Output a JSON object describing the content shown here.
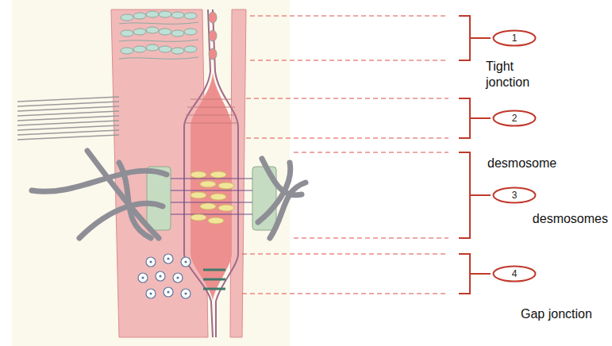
{
  "diagram": {
    "nodes": [
      {
        "text": [
          "1"
        ]
      },
      {
        "text": [
          "2"
        ]
      },
      {
        "text": [
          "3"
        ]
      },
      {
        "text": [
          "4"
        ]
      }
    ],
    "labels": [
      "Tight jonction",
      "desmosome",
      "desmosomes",
      "Gap jonction"
    ]
  }
}
